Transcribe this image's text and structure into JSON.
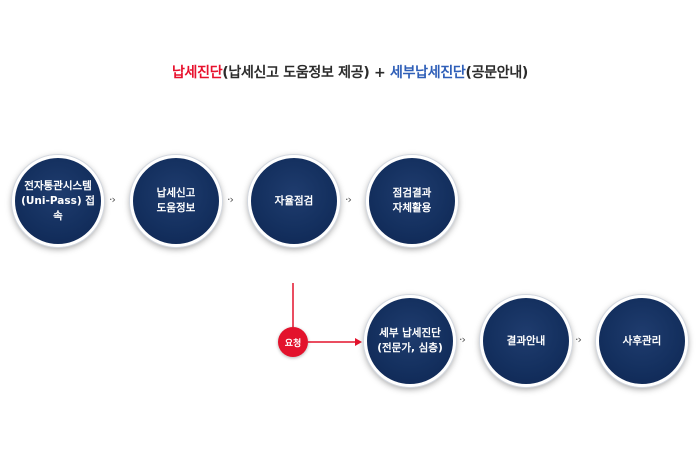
{
  "title": {
    "part1": "납세진단",
    "part2": "(납세신고 도움정보 제공) + ",
    "part3": "세부납세진단",
    "part4": "(공문안내)"
  },
  "colors": {
    "red": "#e8112d",
    "blue": "#2f5fb8",
    "navy": "#14305f"
  },
  "top_flow": [
    {
      "label": "전자통관시스템\n(Uni-Pass) 접속"
    },
    {
      "label": "납세신고\n도움정보"
    },
    {
      "label": "자율점검"
    },
    {
      "label": "점검결과\n자체활용"
    }
  ],
  "bottom_flow": [
    {
      "label": "세부 납세진단\n(전문가, 심층)"
    },
    {
      "label": "결과안내"
    },
    {
      "label": "사후관리"
    }
  ],
  "separator": "·›",
  "request_label": "요청"
}
